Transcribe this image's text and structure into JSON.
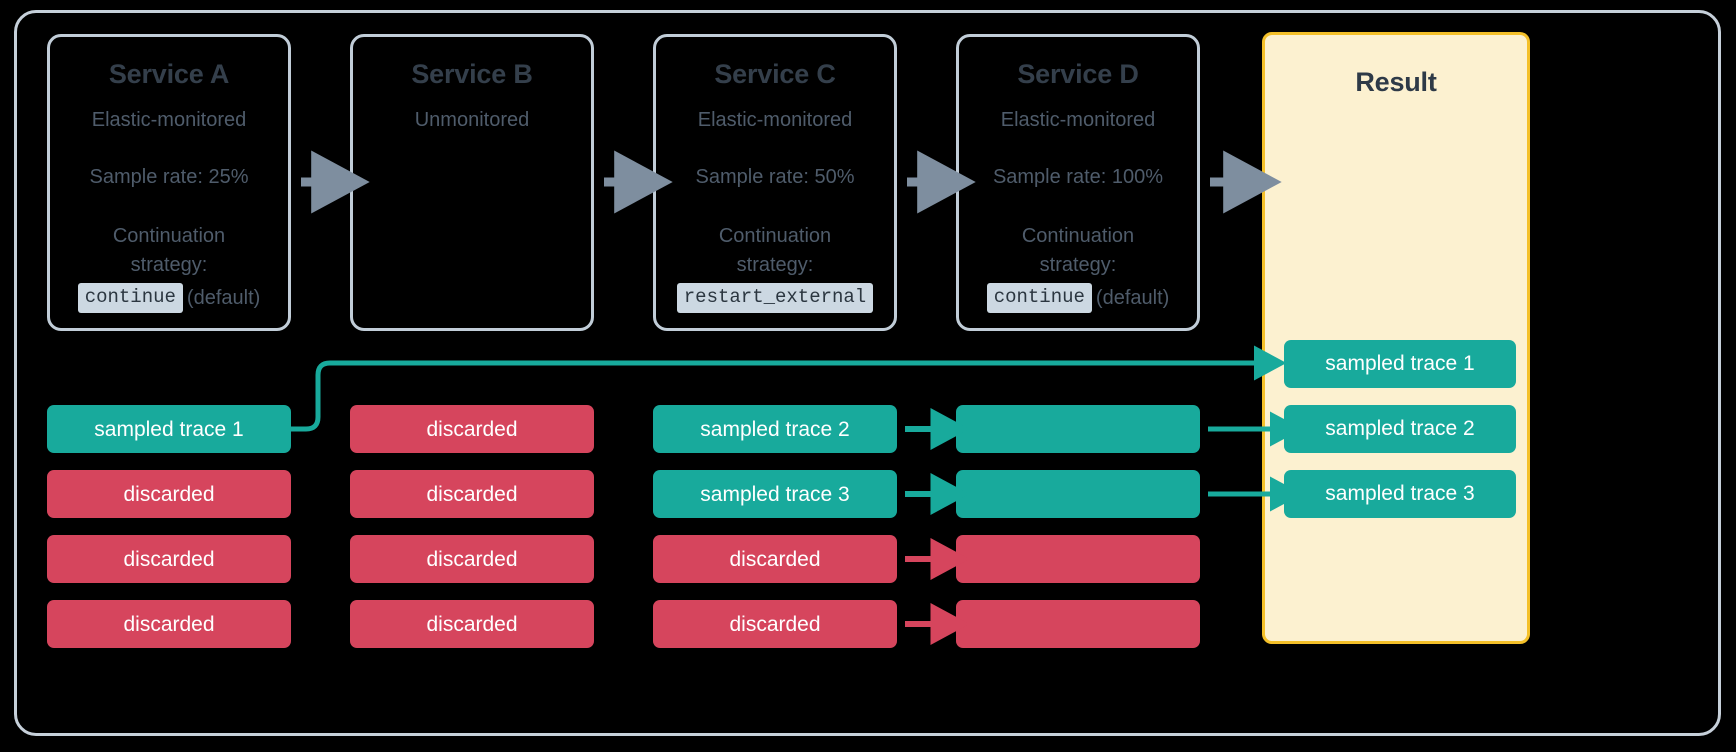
{
  "diagram": {
    "title": "Distributed tracing sampling across services",
    "services": [
      {
        "name": "Service A",
        "monitoring": "Elastic-monitored",
        "sample_rate": "Sample rate: 25%",
        "strategy_label_line1": "Continuation",
        "strategy_label_line2": "strategy:",
        "strategy_value": "continue",
        "strategy_note": "(default)"
      },
      {
        "name": "Service B",
        "monitoring": "Unmonitored",
        "sample_rate": "",
        "strategy_label_line1": "",
        "strategy_label_line2": "",
        "strategy_value": "",
        "strategy_note": ""
      },
      {
        "name": "Service C",
        "monitoring": "Elastic-monitored",
        "sample_rate": "Sample rate: 50%",
        "strategy_label_line1": "Continuation",
        "strategy_label_line2": "strategy:",
        "strategy_value": "restart_external",
        "strategy_note": ""
      },
      {
        "name": "Service D",
        "monitoring": "Elastic-monitored",
        "sample_rate": "Sample rate: 100%",
        "strategy_label_line1": "Continuation",
        "strategy_label_line2": "strategy:",
        "strategy_value": "continue",
        "strategy_note": "(default)"
      }
    ],
    "result_panel": {
      "title": "Result",
      "items": [
        {
          "label": "sampled trace 1",
          "status": "sampled"
        },
        {
          "label": "sampled trace 2",
          "status": "sampled"
        },
        {
          "label": "sampled trace 3",
          "status": "sampled"
        }
      ]
    },
    "trace_columns": [
      {
        "service": "Service A",
        "rows": [
          {
            "label": "sampled trace 1",
            "status": "sampled"
          },
          {
            "label": "discarded",
            "status": "discarded"
          },
          {
            "label": "discarded",
            "status": "discarded"
          },
          {
            "label": "discarded",
            "status": "discarded"
          }
        ]
      },
      {
        "service": "Service B",
        "rows": [
          {
            "label": "discarded",
            "status": "discarded"
          },
          {
            "label": "discarded",
            "status": "discarded"
          },
          {
            "label": "discarded",
            "status": "discarded"
          },
          {
            "label": "discarded",
            "status": "discarded"
          }
        ]
      },
      {
        "service": "Service C",
        "rows": [
          {
            "label": "sampled trace 2",
            "status": "sampled"
          },
          {
            "label": "sampled trace 3",
            "status": "sampled"
          },
          {
            "label": "discarded",
            "status": "discarded"
          },
          {
            "label": "discarded",
            "status": "discarded"
          }
        ]
      },
      {
        "service": "Service D",
        "rows": [
          {
            "label": "",
            "status": "sampled"
          },
          {
            "label": "",
            "status": "sampled"
          },
          {
            "label": "",
            "status": "discarded"
          },
          {
            "label": "",
            "status": "discarded"
          }
        ]
      }
    ],
    "colors": {
      "background": "#000000",
      "frame_border": "#c6d0da",
      "service_border": "#c1cdd8",
      "service_title": "#343f4b",
      "service_text": "#4f5c6b",
      "code_chip_bg": "#ccd8e2",
      "sampled": "#18aa9c",
      "discarded": "#d6455d",
      "result_bg": "#fcf1d0",
      "result_border": "#f4c029",
      "flow_arrow": "#7e8e9f"
    }
  }
}
